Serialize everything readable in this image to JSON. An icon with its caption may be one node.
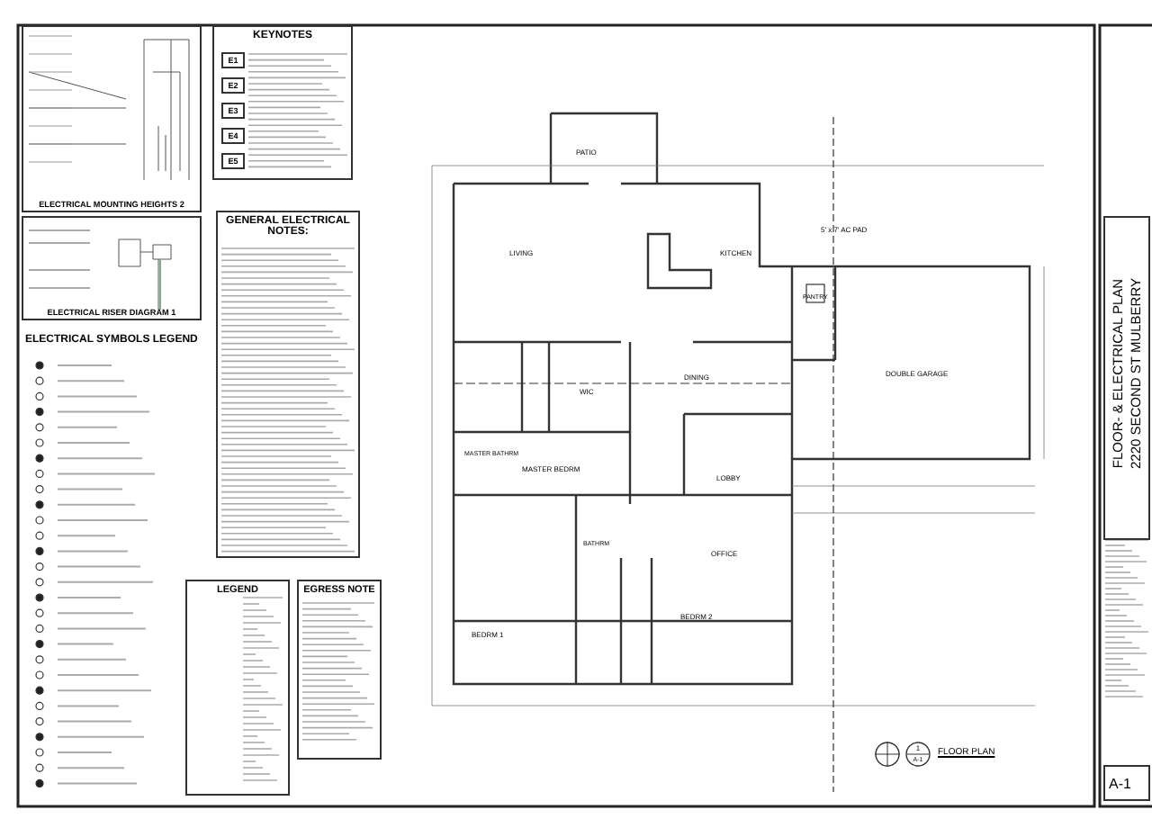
{
  "diagram": {
    "nodes": [
      {
        "text": [
          "ELECTRICAL MOUNTING HEIGHTS 2"
        ]
      },
      {
        "text": [
          "ELECTRICAL RISER DIAGRAM 1"
        ]
      },
      {
        "text": [
          "KEYNOTES"
        ]
      },
      {
        "text": [
          "E1"
        ],
        "in": 2
      },
      {
        "text": [
          "E2"
        ],
        "in": 2
      },
      {
        "text": [
          "E3"
        ],
        "in": 2
      },
      {
        "text": [
          "E4"
        ],
        "in": 2
      },
      {
        "text": [
          "E5"
        ],
        "in": 2
      },
      {
        "text": [
          "GENERAL ELECTRICAL NOTES:"
        ]
      },
      {
        "text": [
          "LEGEND"
        ]
      },
      {
        "text": [
          "EGRESS NOTE"
        ]
      },
      {
        "text": [
          "FLOOR- & ELECTRICAL PLAN",
          "2220 SECOND ST MULBERRY"
        ]
      },
      {
        "text": [
          "A-1"
        ]
      },
      {
        "text": [
          "1",
          "A-1"
        ],
        "beside": [
          "FLOOR PLAN"
        ]
      }
    ],
    "labels": [
      "ELECTRICAL SYMBOLS LEGEND",
      "PATIO",
      "LIVING",
      "KITCHEN",
      "5' x 7' AC PAD",
      "PANTRY",
      "WIC",
      "DINING",
      "DOUBLE GARAGE",
      "MASTER BATHRM",
      "MASTER BEDRM",
      "LOBBY",
      "OFFICE",
      "BEDRM 1",
      "BATHRM",
      "BEDRM 2"
    ]
  }
}
